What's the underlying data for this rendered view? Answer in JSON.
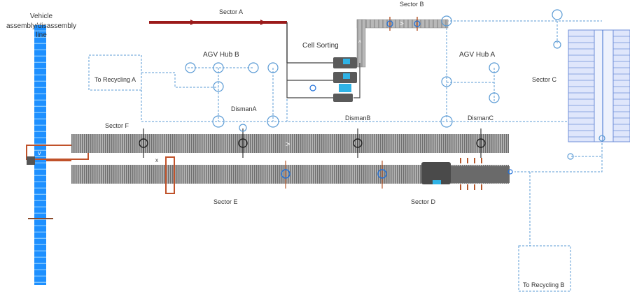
{
  "labels": {
    "vehicle_line": [
      "Vehicle",
      "assembly/disassembly",
      "line"
    ],
    "sector_a": "Sector A",
    "sector_b": "Sector B",
    "sector_c": "Sector C",
    "sector_d": "Sector D",
    "sector_e": "Sector E",
    "sector_f": "Sector F",
    "cell_sorting": "Cell Sorting",
    "agv_hub_a": "AGV Hub A",
    "agv_hub_b": "AGV Hub B",
    "to_recycling_a": "To Recycling A",
    "to_recycling_b": "To Recycling B",
    "disman_a": "DismanA",
    "disman_b": "DismanB",
    "disman_c": "DismanC"
  },
  "colors": {
    "line_blue": "#1e90ff",
    "conveyor_gray": "#8a8a8a",
    "sector_a_red": "#9b1a1a",
    "dashed_blue": "#5b9bd5",
    "storage_fill": "#dfe6fb",
    "storage_stroke": "#6f8fd8",
    "sensor_blue": "#1e6fd9"
  }
}
